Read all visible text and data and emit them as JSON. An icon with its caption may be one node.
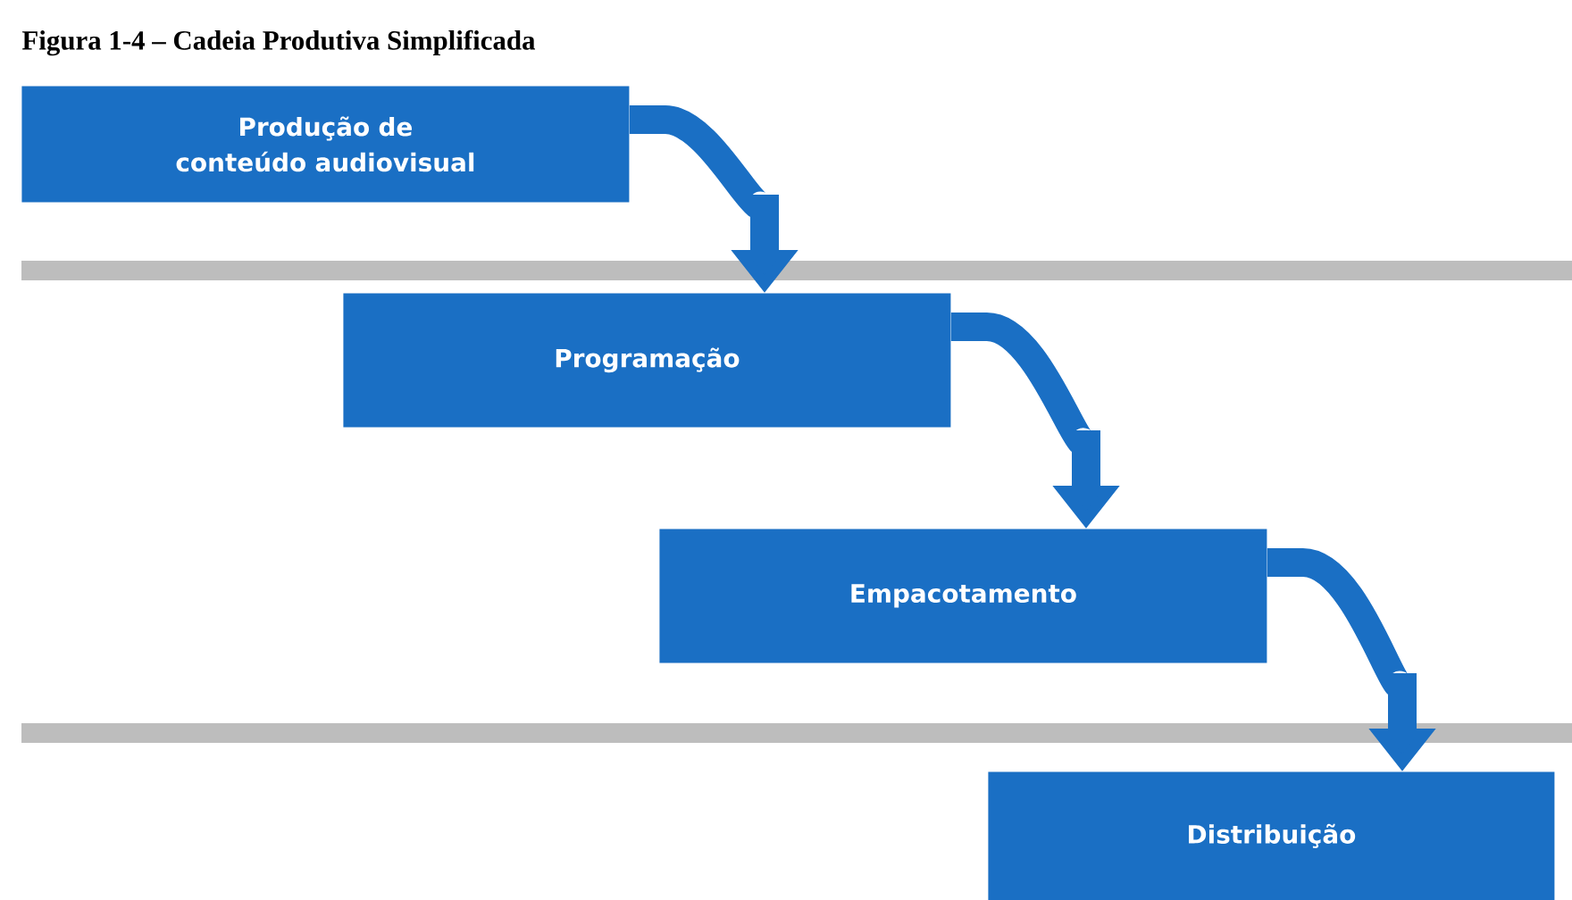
{
  "diagram": {
    "title": "Figura 1-4 – Cadeia Produtiva Simplificada",
    "nodes": [
      {
        "text": [
          "Produção de conteúdo audiovisual"
        ]
      },
      {
        "text": [
          "Programação"
        ]
      },
      {
        "text": [
          "Empacotamento"
        ]
      },
      {
        "text": [
          "Distribuição"
        ]
      }
    ],
    "edges": [
      {
        "from": 0,
        "to": 1,
        "arrow": "to"
      },
      {
        "from": 1,
        "to": 2,
        "arrow": "to"
      },
      {
        "from": 2,
        "to": 3,
        "arrow": "to"
      }
    ]
  }
}
